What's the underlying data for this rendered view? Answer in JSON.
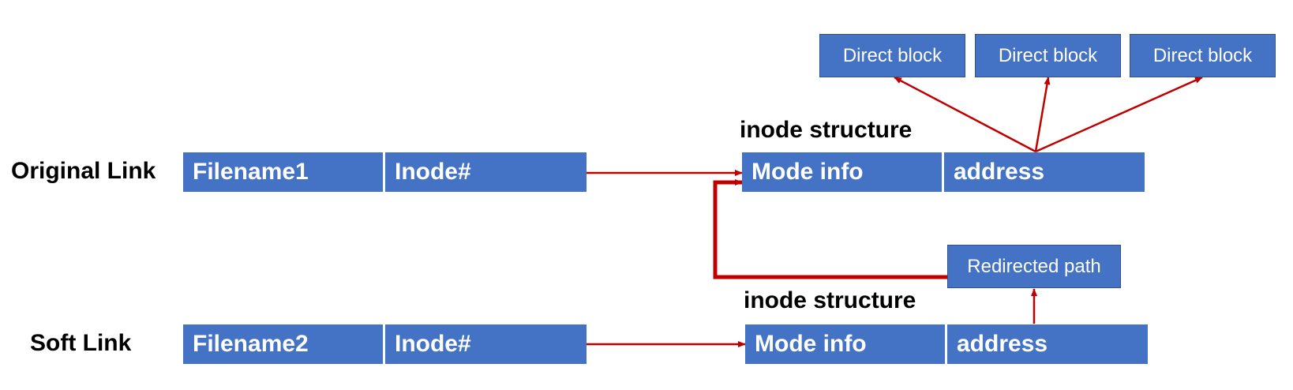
{
  "rows": {
    "original": {
      "label": "Original Link",
      "filename": "Filename1",
      "inode": "Inode#",
      "inode_structure_title": "inode structure",
      "mode_info": "Mode info",
      "address": "address",
      "direct_blocks": [
        "Direct block",
        "Direct block",
        "Direct block"
      ]
    },
    "soft": {
      "label": "Soft Link",
      "filename": "Filename2",
      "inode": "Inode#",
      "inode_structure_title": "inode structure",
      "mode_info": "Mode info",
      "address": "address",
      "redirected_path": "Redirected path"
    }
  },
  "colors": {
    "box_fill": "#4472c4",
    "box_border": "#2f528f",
    "arrow": "#c00000",
    "box_text": "#ffffff",
    "label_text": "#000000"
  }
}
